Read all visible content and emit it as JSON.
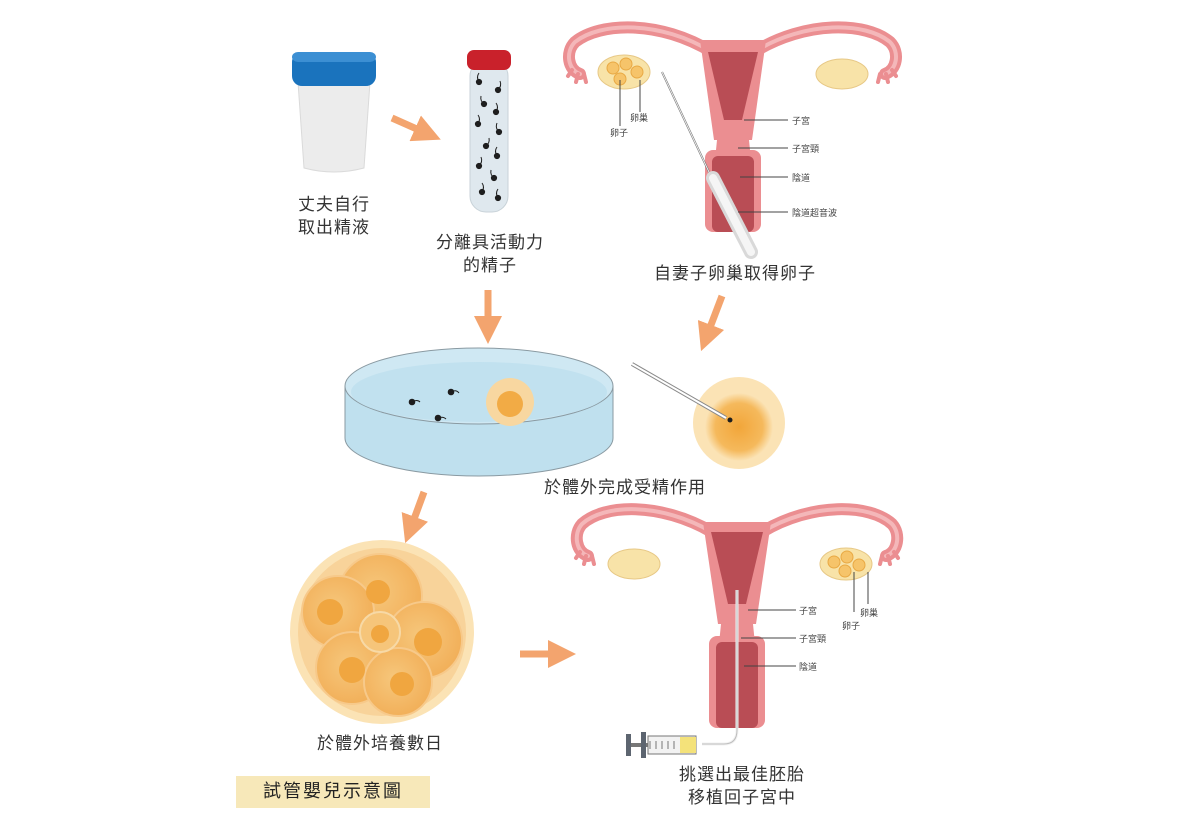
{
  "steps": {
    "husband_semen": {
      "line1": "丈夫自行",
      "line2": "取出精液"
    },
    "separate_sperm": {
      "line1": "分離具活動力",
      "line2": "的精子"
    },
    "retrieve_eggs": {
      "text": "自妻子卵巢取得卵子"
    },
    "fertilization": {
      "text": "於體外完成受精作用"
    },
    "culture": {
      "text": "於體外培養數日"
    },
    "transfer": {
      "line1": "挑選出最佳胚胎",
      "line2": "移植回子宮中"
    }
  },
  "anatomy_top": {
    "egg": "卵子",
    "ovary": "卵巢",
    "uterus": "子宮",
    "cervix": "子宮頸",
    "vagina": "陰道",
    "ultrasound": "陰道超音波"
  },
  "anatomy_bottom": {
    "uterus": "子宮",
    "cervix": "子宮頸",
    "vagina": "陰道",
    "ovary": "卵巢",
    "egg": "卵子"
  },
  "title": "試管嬰兒示意圖",
  "colors": {
    "arrow": "#f3a46e",
    "uterus_outer": "#eb8e91",
    "uterus_inner": "#b94d55",
    "egg": "#f2b25a",
    "dish_water": "#bfe0ee",
    "cup_lid": "#1a73bd",
    "tube_cap": "#c9212b",
    "title_bg": "#f7e8b9"
  }
}
